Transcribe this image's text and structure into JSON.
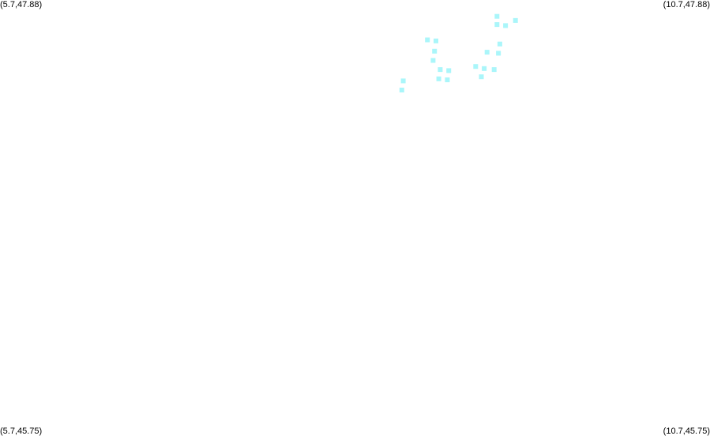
{
  "corners": {
    "top_left": "(5.7,47.88)",
    "top_right": "(10.7,47.88)",
    "bottom_left": "(5.7,45.75)",
    "bottom_right": "(10.7,45.75)"
  },
  "bounds": {
    "lon_min": 5.7,
    "lon_max": 10.7,
    "lat_min": 45.75,
    "lat_max": 47.88
  },
  "marker_color": "#aaf6fa",
  "points": [
    {
      "lon": 9.2,
      "lat": 47.8
    },
    {
      "lon": 9.2,
      "lat": 47.76
    },
    {
      "lon": 9.26,
      "lat": 47.755
    },
    {
      "lon": 9.33,
      "lat": 47.78
    },
    {
      "lon": 8.71,
      "lat": 47.685
    },
    {
      "lon": 8.77,
      "lat": 47.68
    },
    {
      "lon": 8.76,
      "lat": 47.63
    },
    {
      "lon": 8.75,
      "lat": 47.585
    },
    {
      "lon": 8.8,
      "lat": 47.54
    },
    {
      "lon": 8.86,
      "lat": 47.535
    },
    {
      "lon": 8.79,
      "lat": 47.495
    },
    {
      "lon": 8.85,
      "lat": 47.49
    },
    {
      "lon": 9.22,
      "lat": 47.665
    },
    {
      "lon": 9.21,
      "lat": 47.62
    },
    {
      "lon": 9.13,
      "lat": 47.625
    },
    {
      "lon": 9.05,
      "lat": 47.555
    },
    {
      "lon": 9.11,
      "lat": 47.545
    },
    {
      "lon": 9.18,
      "lat": 47.54
    },
    {
      "lon": 9.09,
      "lat": 47.505
    },
    {
      "lon": 8.54,
      "lat": 47.485
    },
    {
      "lon": 8.53,
      "lat": 47.44
    }
  ]
}
